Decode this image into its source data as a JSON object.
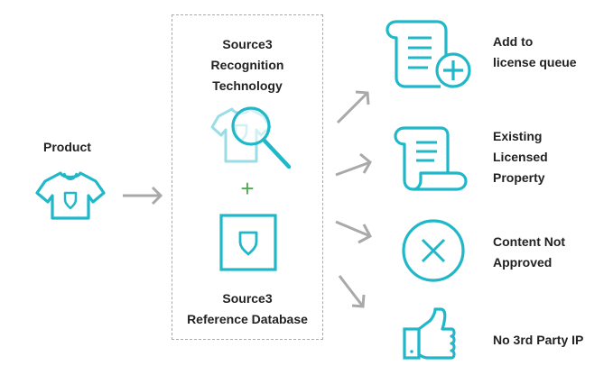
{
  "product": {
    "label": "Product"
  },
  "recognition": {
    "lines": [
      "Source3",
      "Recognition",
      "Technology"
    ]
  },
  "plus_sign": "+",
  "reference": {
    "lines": [
      "Source3",
      "Reference Database"
    ]
  },
  "outcomes": [
    {
      "icon": "scroll-plus-icon",
      "lines": [
        "Add to",
        "license queue"
      ]
    },
    {
      "icon": "scroll-icon",
      "lines": [
        "Existing",
        "Licensed",
        "Property"
      ]
    },
    {
      "icon": "x-circle-icon",
      "lines": [
        "Content Not",
        "Approved"
      ]
    },
    {
      "icon": "thumbs-up-icon",
      "lines": [
        "No 3rd Party IP"
      ]
    }
  ],
  "colors": {
    "accent": "#20b8c9",
    "arrow": "#a9a9a9",
    "plus": "#4caf50",
    "text": "#222222",
    "border": "#aaaaaa"
  }
}
